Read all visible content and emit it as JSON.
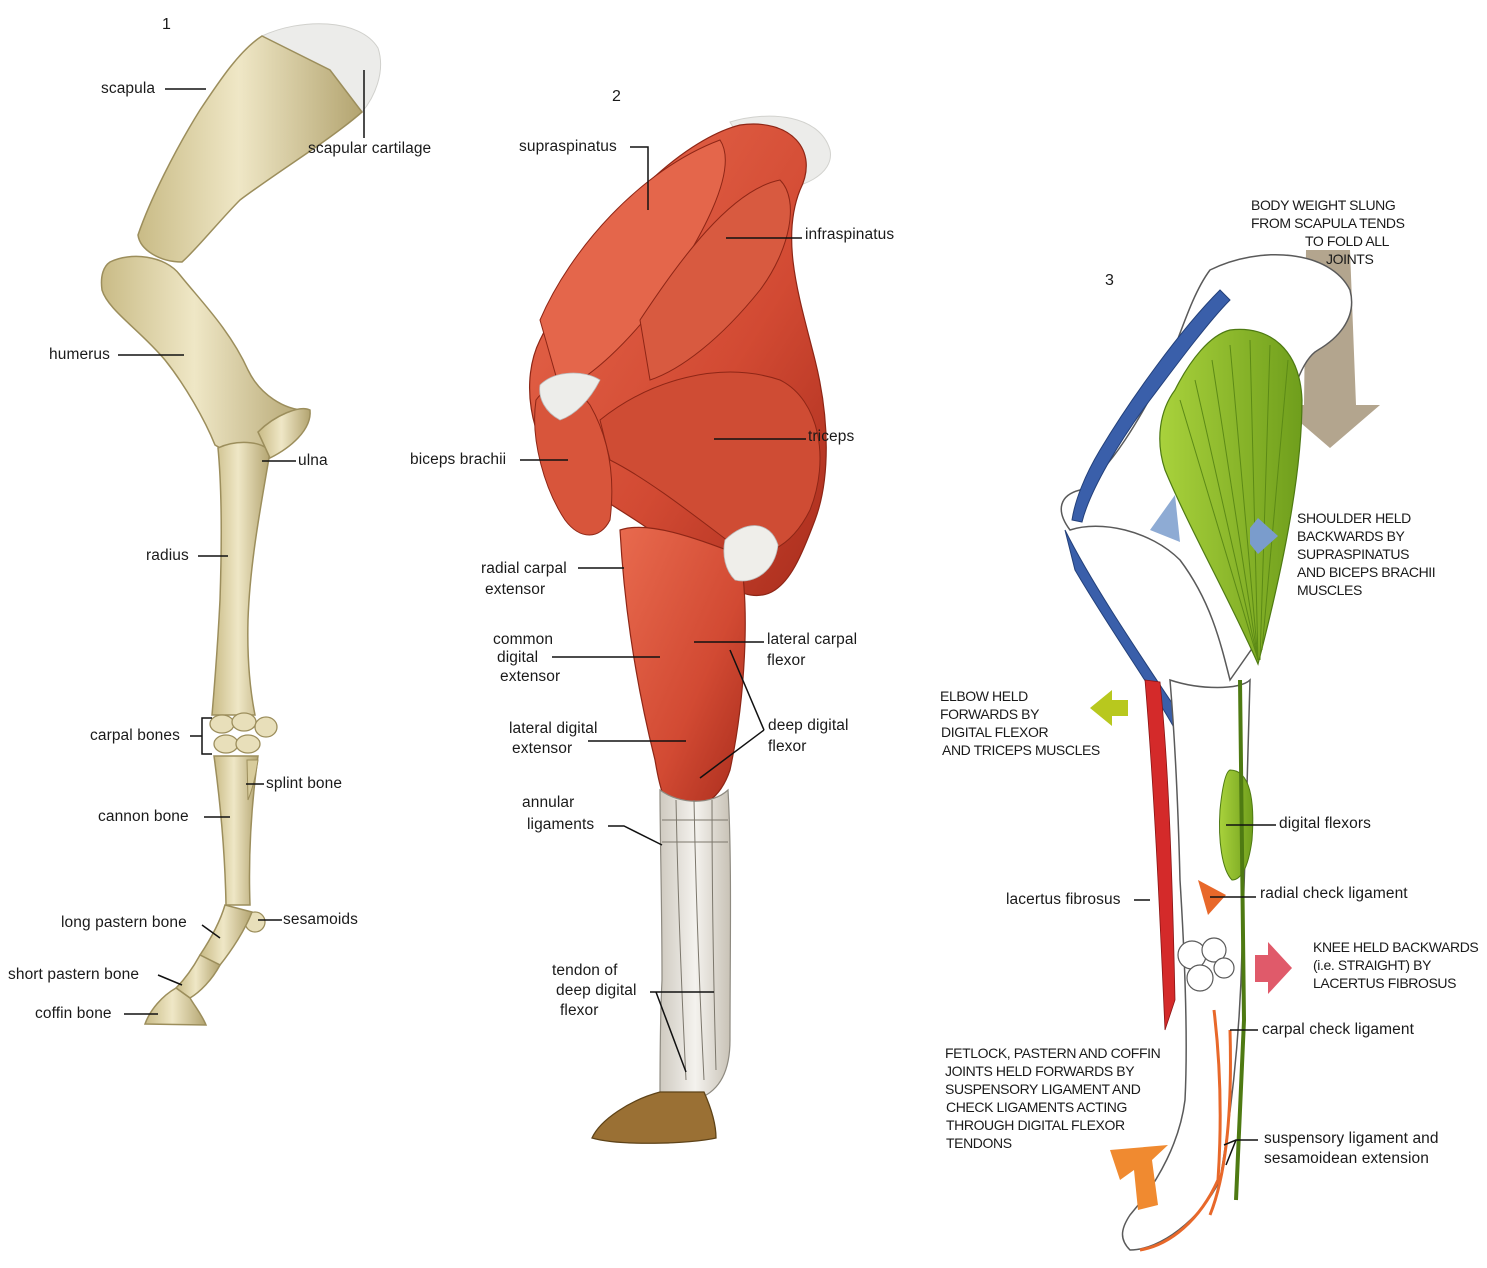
{
  "figure1": {
    "number": "1",
    "labels": {
      "scapula": "scapula",
      "scapular_cartilage": "scapular cartilage",
      "humerus": "humerus",
      "ulna": "ulna",
      "radius": "radius",
      "carpal_bones": "carpal bones",
      "splint_bone": "splint bone",
      "cannon_bone": "cannon bone",
      "long_pastern_bone": "long pastern bone",
      "sesamoids": "sesamoids",
      "short_pastern_bone": "short pastern bone",
      "coffin_bone": "coffin bone"
    },
    "colors": {
      "bone": "#e6dcb2",
      "bone_shade": "#b8aa76",
      "cartilage": "#ededea"
    }
  },
  "figure2": {
    "number": "2",
    "labels": {
      "supraspinatus": "supraspinatus",
      "infraspinatus": "infraspinatus",
      "triceps": "triceps",
      "biceps_brachii": "biceps brachii",
      "radial_carpal_extensor_1": "radial carpal",
      "radial_carpal_extensor_2": "extensor",
      "common_digital_extensor_1": "common",
      "common_digital_extensor_2": "digital",
      "common_digital_extensor_3": "extensor",
      "lateral_carpal_flexor_1": "lateral carpal",
      "lateral_carpal_flexor_2": "flexor",
      "deep_digital_flexor_1": "deep digital",
      "deep_digital_flexor_2": "flexor",
      "lateral_digital_extensor_1": "lateral digital",
      "lateral_digital_extensor_2": "extensor",
      "annular_ligaments_1": "annular",
      "annular_ligaments_2": "ligaments",
      "tendon_1": "tendon of",
      "tendon_2": "deep digital",
      "tendon_3": "flexor"
    },
    "colors": {
      "muscle": "#d9503a",
      "muscle_dark": "#a8301f",
      "tendon": "#e9e6e0",
      "hoof": "#9a7034"
    }
  },
  "figure3": {
    "number": "3",
    "labels": {
      "digital_flexors": "digital flexors",
      "radial_check_ligament": "radial check ligament",
      "lacertus_fibrosus": "lacertus fibrosus",
      "carpal_check_ligament": "carpal check ligament",
      "suspensory_1": "suspensory ligament and",
      "suspensory_2": "sesamoidean extension"
    },
    "notes": {
      "body_weight_1": "BODY WEIGHT SLUNG",
      "body_weight_2": "FROM SCAPULA TENDS",
      "body_weight_3": "TO FOLD ALL",
      "body_weight_4": "JOINTS",
      "shoulder_1": "SHOULDER HELD",
      "shoulder_2": "BACKWARDS BY",
      "shoulder_3": "SUPRASPINATUS",
      "shoulder_4": "AND BICEPS BRACHII",
      "shoulder_5": "MUSCLES",
      "elbow_1": "ELBOW HELD",
      "elbow_2": "FORWARDS BY",
      "elbow_3": "DIGITAL FLEXOR",
      "elbow_4": "AND TRICEPS MUSCLES",
      "knee_1": "KNEE HELD BACKWARDS",
      "knee_2": "(i.e. STRAIGHT) BY",
      "knee_3": "LACERTUS FIBROSUS",
      "fetlock_1": "FETLOCK, PASTERN AND COFFIN",
      "fetlock_2": "JOINTS HELD FORWARDS BY",
      "fetlock_3": "SUSPENSORY LIGAMENT AND",
      "fetlock_4": "CHECK LIGAMENTS ACTING",
      "fetlock_5": "THROUGH DIGITAL FLEXOR",
      "fetlock_6": "TENDONS"
    },
    "colors": {
      "supraspinatus": "#8fbf2a",
      "biceps": "#3a5faa",
      "lacertus": "#d42a2a",
      "check": "#e8682a",
      "arrow_weight": "#b3a58e",
      "arrow_shoulder": "#7a9ccc",
      "arrow_elbow": "#b8c81e",
      "arrow_knee": "#e05a6a",
      "arrow_fetlock": "#f08a30"
    }
  }
}
